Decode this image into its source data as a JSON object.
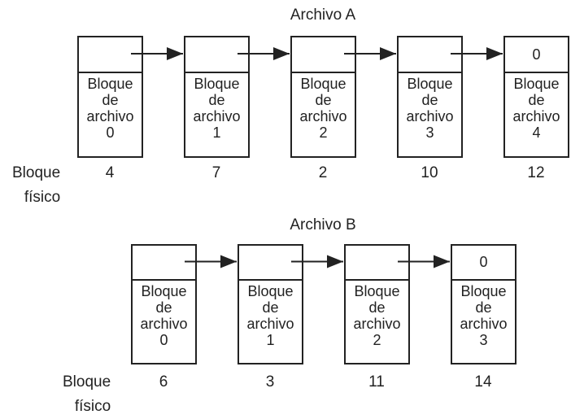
{
  "files": [
    {
      "title": "Archivo A",
      "row_label_line1": "Bloque",
      "row_label_line2": "físico",
      "blocks": [
        {
          "line1": "Bloque",
          "line2": "de",
          "line3": "archivo",
          "index": "0",
          "pointer": "",
          "physical": "4"
        },
        {
          "line1": "Bloque",
          "line2": "de",
          "line3": "archivo",
          "index": "1",
          "pointer": "",
          "physical": "7"
        },
        {
          "line1": "Bloque",
          "line2": "de",
          "line3": "archivo",
          "index": "2",
          "pointer": "",
          "physical": "2"
        },
        {
          "line1": "Bloque",
          "line2": "de",
          "line3": "archivo",
          "index": "3",
          "pointer": "",
          "physical": "10"
        },
        {
          "line1": "Bloque",
          "line2": "de",
          "line3": "archivo",
          "index": "4",
          "pointer": "0",
          "physical": "12"
        }
      ]
    },
    {
      "title": "Archivo B",
      "row_label_line1": "Bloque",
      "row_label_line2": "físico",
      "blocks": [
        {
          "line1": "Bloque",
          "line2": "de",
          "line3": "archivo",
          "index": "0",
          "pointer": "",
          "physical": "6"
        },
        {
          "line1": "Bloque",
          "line2": "de",
          "line3": "archivo",
          "index": "1",
          "pointer": "",
          "physical": "3"
        },
        {
          "line1": "Bloque",
          "line2": "de",
          "line3": "archivo",
          "index": "2",
          "pointer": "",
          "physical": "11"
        },
        {
          "line1": "Bloque",
          "line2": "de",
          "line3": "archivo",
          "index": "3",
          "pointer": "0",
          "physical": "14"
        }
      ]
    }
  ]
}
